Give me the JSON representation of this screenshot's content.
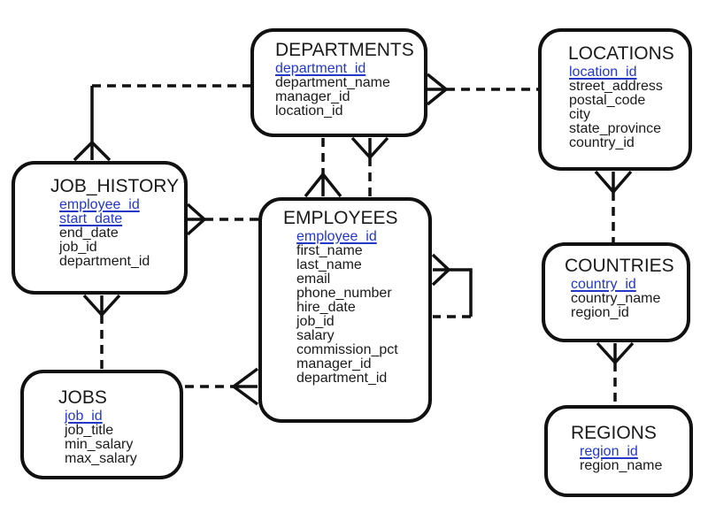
{
  "colors": {
    "ink": "#111111",
    "primary_key_blue": "#2438c8",
    "background": "#ffffff"
  },
  "entities": [
    {
      "name": "DEPARTMENTS",
      "fields": [
        {
          "name": "department_id",
          "is_primary_key": true
        },
        {
          "name": "department_name",
          "is_primary_key": false
        },
        {
          "name": "manager_id",
          "is_primary_key": false
        },
        {
          "name": "location_id",
          "is_primary_key": false
        }
      ]
    },
    {
      "name": "LOCATIONS",
      "fields": [
        {
          "name": "location_id",
          "is_primary_key": true
        },
        {
          "name": "street_address",
          "is_primary_key": false
        },
        {
          "name": "postal_code",
          "is_primary_key": false
        },
        {
          "name": "city",
          "is_primary_key": false
        },
        {
          "name": "state_province",
          "is_primary_key": false
        },
        {
          "name": "country_id",
          "is_primary_key": false
        }
      ]
    },
    {
      "name": "JOB_HISTORY",
      "fields": [
        {
          "name": "employee_id",
          "is_primary_key": true
        },
        {
          "name": "start_date",
          "is_primary_key": true
        },
        {
          "name": "end_date",
          "is_primary_key": false
        },
        {
          "name": "job_id",
          "is_primary_key": false
        },
        {
          "name": "department_id",
          "is_primary_key": false
        }
      ]
    },
    {
      "name": "EMPLOYEES",
      "fields": [
        {
          "name": "employee_id",
          "is_primary_key": true
        },
        {
          "name": "first_name",
          "is_primary_key": false
        },
        {
          "name": "last_name",
          "is_primary_key": false
        },
        {
          "name": "email",
          "is_primary_key": false
        },
        {
          "name": "phone_number",
          "is_primary_key": false
        },
        {
          "name": "hire_date",
          "is_primary_key": false
        },
        {
          "name": "job_id",
          "is_primary_key": false
        },
        {
          "name": "salary",
          "is_primary_key": false
        },
        {
          "name": "commission_pct",
          "is_primary_key": false
        },
        {
          "name": "manager_id",
          "is_primary_key": false
        },
        {
          "name": "department_id",
          "is_primary_key": false
        }
      ]
    },
    {
      "name": "COUNTRIES",
      "fields": [
        {
          "name": "country_id",
          "is_primary_key": true
        },
        {
          "name": "country_name",
          "is_primary_key": false
        },
        {
          "name": "region_id",
          "is_primary_key": false
        }
      ]
    },
    {
      "name": "JOBS",
      "fields": [
        {
          "name": "job_id",
          "is_primary_key": true
        },
        {
          "name": "job_title",
          "is_primary_key": false
        },
        {
          "name": "min_salary",
          "is_primary_key": false
        },
        {
          "name": "max_salary",
          "is_primary_key": false
        }
      ]
    },
    {
      "name": "REGIONS",
      "fields": [
        {
          "name": "region_id",
          "is_primary_key": true
        },
        {
          "name": "region_name",
          "is_primary_key": false
        }
      ]
    }
  ],
  "relationships": [
    {
      "many_end": "JOB_HISTORY",
      "one_end": "DEPARTMENTS",
      "line_style": "dashed+solid"
    },
    {
      "many_end": "DEPARTMENTS",
      "one_end": "LOCATIONS",
      "line_style": "dashed"
    },
    {
      "many_end": "EMPLOYEES",
      "one_end": "DEPARTMENTS",
      "line_style": "dashed"
    },
    {
      "many_end": "DEPARTMENTS",
      "one_end": "EMPLOYEES",
      "line_style": "dashed"
    },
    {
      "many_end": "JOB_HISTORY",
      "one_end": "EMPLOYEES",
      "line_style": "dashed"
    },
    {
      "many_end": "JOB_HISTORY",
      "one_end": "JOBS",
      "line_style": "dashed"
    },
    {
      "many_end": "EMPLOYEES",
      "one_end": "JOBS",
      "line_style": "dashed"
    },
    {
      "many_end": "EMPLOYEES",
      "one_end": "EMPLOYEES",
      "line_style": "solid+dashed"
    },
    {
      "many_end": "LOCATIONS",
      "one_end": "COUNTRIES",
      "line_style": "dashed"
    },
    {
      "many_end": "COUNTRIES",
      "one_end": "REGIONS",
      "line_style": "dashed"
    }
  ]
}
